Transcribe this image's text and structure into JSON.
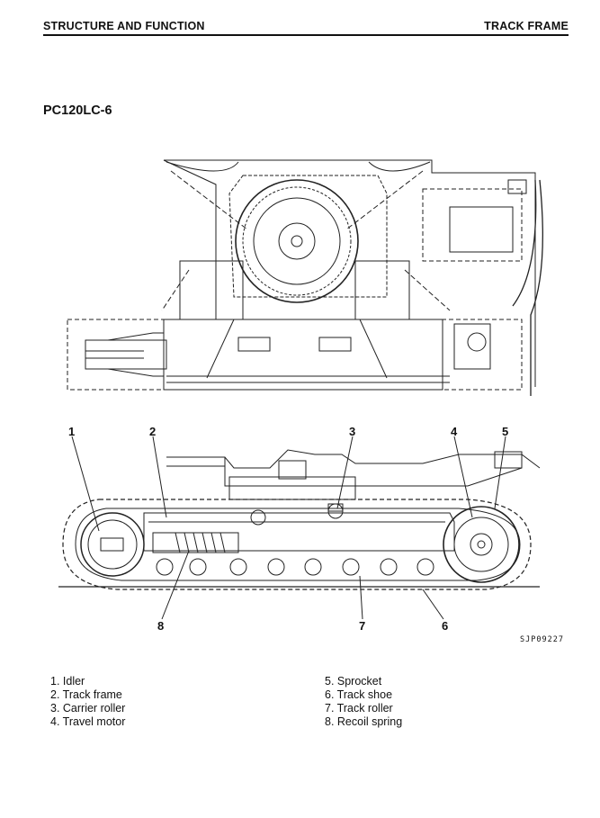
{
  "header": {
    "section": "STRUCTURE AND FUNCTION",
    "topic": "TRACK FRAME"
  },
  "model": "PC120LC-6",
  "figure_code": "SJP09227",
  "callouts": [
    "1",
    "2",
    "3",
    "4",
    "5",
    "6",
    "7",
    "8"
  ],
  "legend_left": [
    "1. Idler",
    "2. Track frame",
    "3. Carrier roller",
    "4. Travel motor"
  ],
  "legend_right": [
    "5. Sprocket",
    "6. Track shoe",
    "7. Track roller",
    "8. Recoil spring"
  ]
}
